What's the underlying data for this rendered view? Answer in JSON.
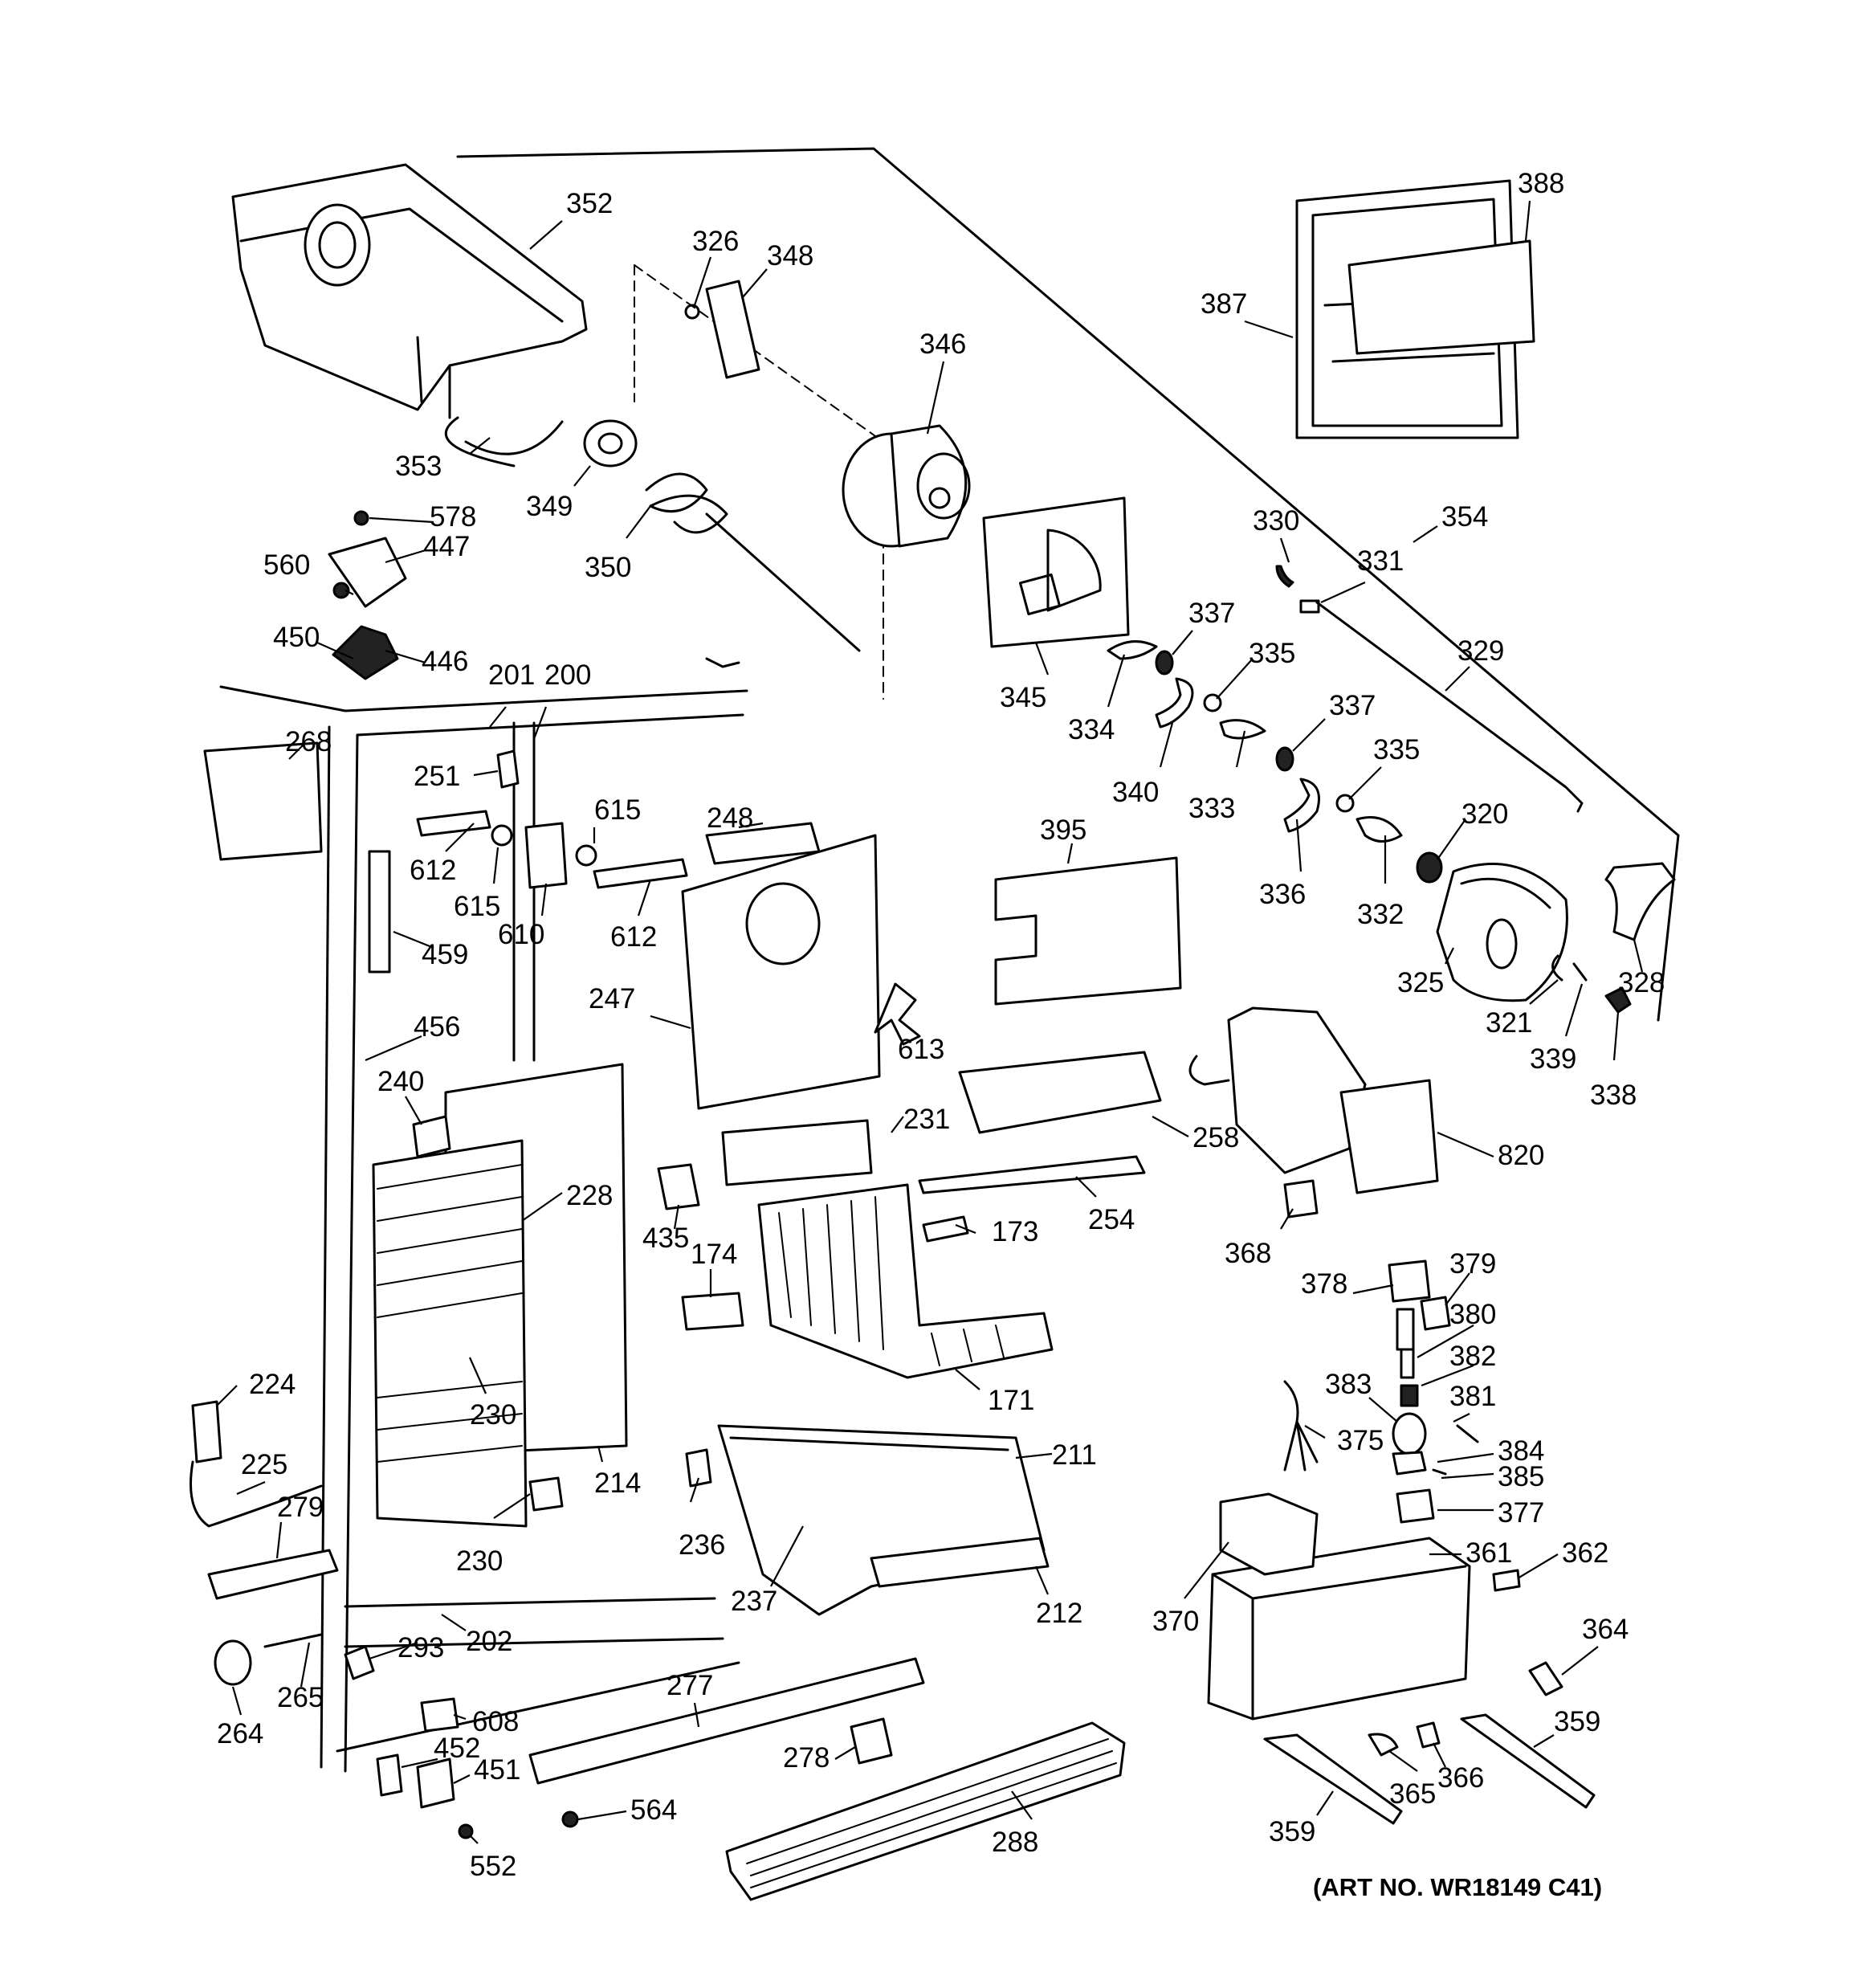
{
  "art_number": "(ART NO. WR18149 C41)",
  "labels": {
    "p352": "352",
    "p326": "326",
    "p348": "348",
    "p346": "346",
    "p388": "388",
    "p387": "387",
    "p353": "353",
    "p349": "349",
    "p350": "350",
    "p578": "578",
    "p447": "447",
    "p560": "560",
    "p450": "450",
    "p446": "446",
    "p201": "201",
    "p200": "200",
    "p268": "268",
    "p251": "251",
    "p612a": "612",
    "p615a": "615",
    "p615b": "615",
    "p610": "610",
    "p612b": "612",
    "p459": "459",
    "p248": "248",
    "p247": "247",
    "p613": "613",
    "p456": "456",
    "p240": "240",
    "p228": "228",
    "p231": "231",
    "p258": "258",
    "p435": "435",
    "p174": "174",
    "p173": "173",
    "p254": "254",
    "p230a": "230",
    "p171": "171",
    "p224": "224",
    "p225": "225",
    "p279": "279",
    "p214": "214",
    "p236": "236",
    "p211": "211",
    "p230b": "230",
    "p237": "237",
    "p212": "212",
    "p293": "293",
    "p202": "202",
    "p265": "265",
    "p264": "264",
    "p608": "608",
    "p452": "452",
    "p451": "451",
    "p552": "552",
    "p277": "277",
    "p278": "278",
    "p564": "564",
    "p288": "288",
    "p345": "345",
    "p334": "334",
    "p337a": "337",
    "p335a": "335",
    "p340": "340",
    "p333": "333",
    "p337b": "337",
    "p335b": "335",
    "p336": "336",
    "p332": "332",
    "p330": "330",
    "p331": "331",
    "p354": "354",
    "p329": "329",
    "p320": "320",
    "p395": "395",
    "p325": "325",
    "p321": "321",
    "p339": "339",
    "p328": "328",
    "p338": "338",
    "p820": "820",
    "p368": "368",
    "p378": "378",
    "p379": "379",
    "p380": "380",
    "p382": "382",
    "p383": "383",
    "p381": "381",
    "p375": "375",
    "p384": "384",
    "p385": "385",
    "p377": "377",
    "p370": "370",
    "p361": "361",
    "p362": "362",
    "p364": "364",
    "p359a": "359",
    "p365": "365",
    "p366": "366",
    "p359b": "359"
  }
}
